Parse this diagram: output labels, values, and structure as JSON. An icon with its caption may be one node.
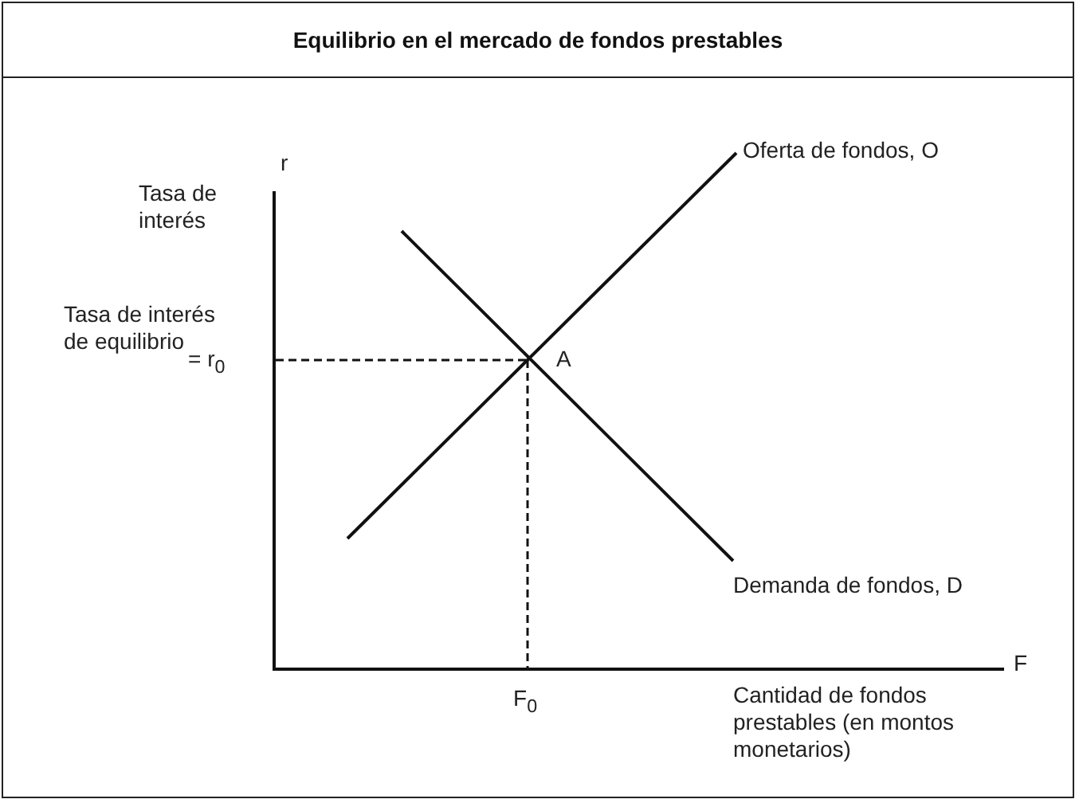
{
  "diagram": {
    "title": "Equilibrio en el mercado de fondos prestables",
    "labels": [
      "r",
      "Oferta de fondos, O",
      "Tasa de interés",
      "Tasa de interés de equilibrio",
      "= r$_{0}$",
      "A",
      "Demanda de fondos, D",
      "F",
      "F$_{0}$",
      "Cantidad de fondos prestables (en montos monetarios)"
    ]
  }
}
